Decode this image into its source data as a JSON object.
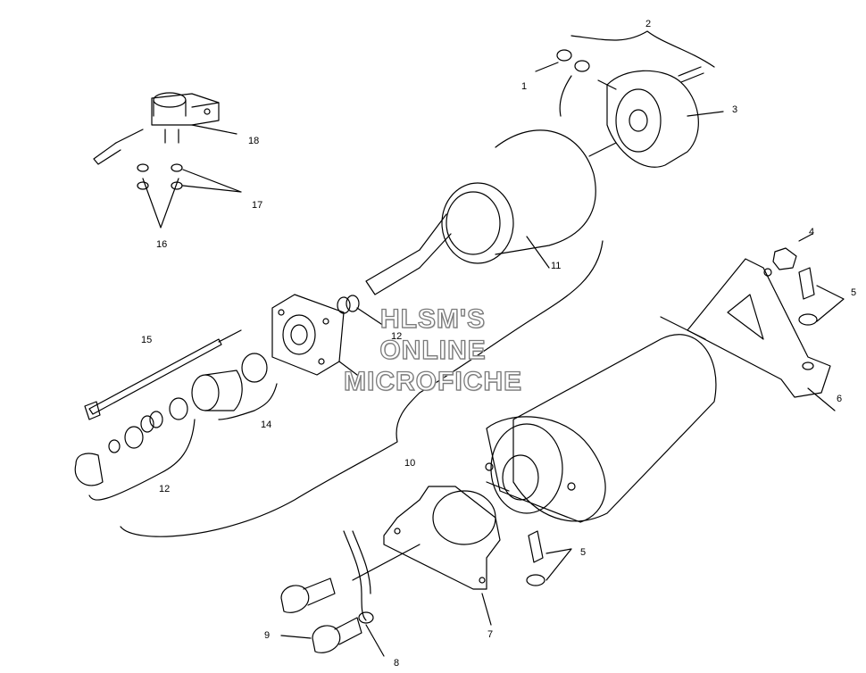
{
  "callouts": {
    "c1": "1",
    "c2": "2",
    "c3": "3",
    "c4": "4",
    "c5a": "5",
    "c5b": "5",
    "c6": "6",
    "c7": "7",
    "c8": "8",
    "c9": "9",
    "c10": "10",
    "c11": "11",
    "c12a": "12",
    "c12b": "12",
    "c14": "14",
    "c15": "15",
    "c16": "16",
    "c17": "17",
    "c18": "18"
  },
  "watermark": {
    "line1": "HLSM'S",
    "line2": "ONLINE",
    "line3": "MICROFICHE"
  },
  "colors": {
    "ink": "#000000",
    "watermark_outline": "#7a7a7a"
  }
}
